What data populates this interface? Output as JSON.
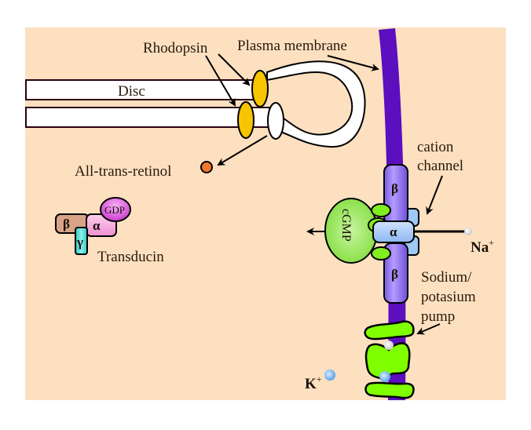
{
  "diagram": {
    "title": "Rod cell phototransduction: disc, plasma membrane, cation channel and pump",
    "colors": {
      "background": "#fde0c0",
      "membrane": "#5b0fbf",
      "rhodopsin": "#f7c400",
      "retinol": "#f07a2a",
      "channel_beta": "#9b7bf0",
      "channel_alpha": "#9ec8f5",
      "cgmp": "#8ee84a",
      "pump": "#80ff00",
      "transducin_beta": "#d9a388",
      "transducin_alpha": "#f4a8dc",
      "transducin_gamma": "#3fd6cf",
      "gdp": "#e059e0",
      "na_ion": "#f0f0f0",
      "k_ion": "#8cc4ff"
    },
    "labels": {
      "rhodopsin": "Rhodopsin",
      "plasma_membrane": "Plasma membrane",
      "disc": "Disc",
      "all_trans_retinol": "All-trans-retinol",
      "cation_channel_line1": "cation",
      "cation_channel_line2": "channel",
      "transducin": "Transducin",
      "cgmp": "cGMP",
      "na": "Na",
      "na_charge": "+",
      "k": "K",
      "k_charge": "+",
      "pump_line1": "Sodium/",
      "pump_line2": "potasium",
      "pump_line3": "pump"
    },
    "subunits": {
      "channel_beta_top": "β",
      "channel_alpha": "α",
      "channel_beta_bottom": "β",
      "transducin_beta": "β",
      "transducin_alpha": "α",
      "transducin_gamma": "γ",
      "gdp": "GDP"
    }
  }
}
